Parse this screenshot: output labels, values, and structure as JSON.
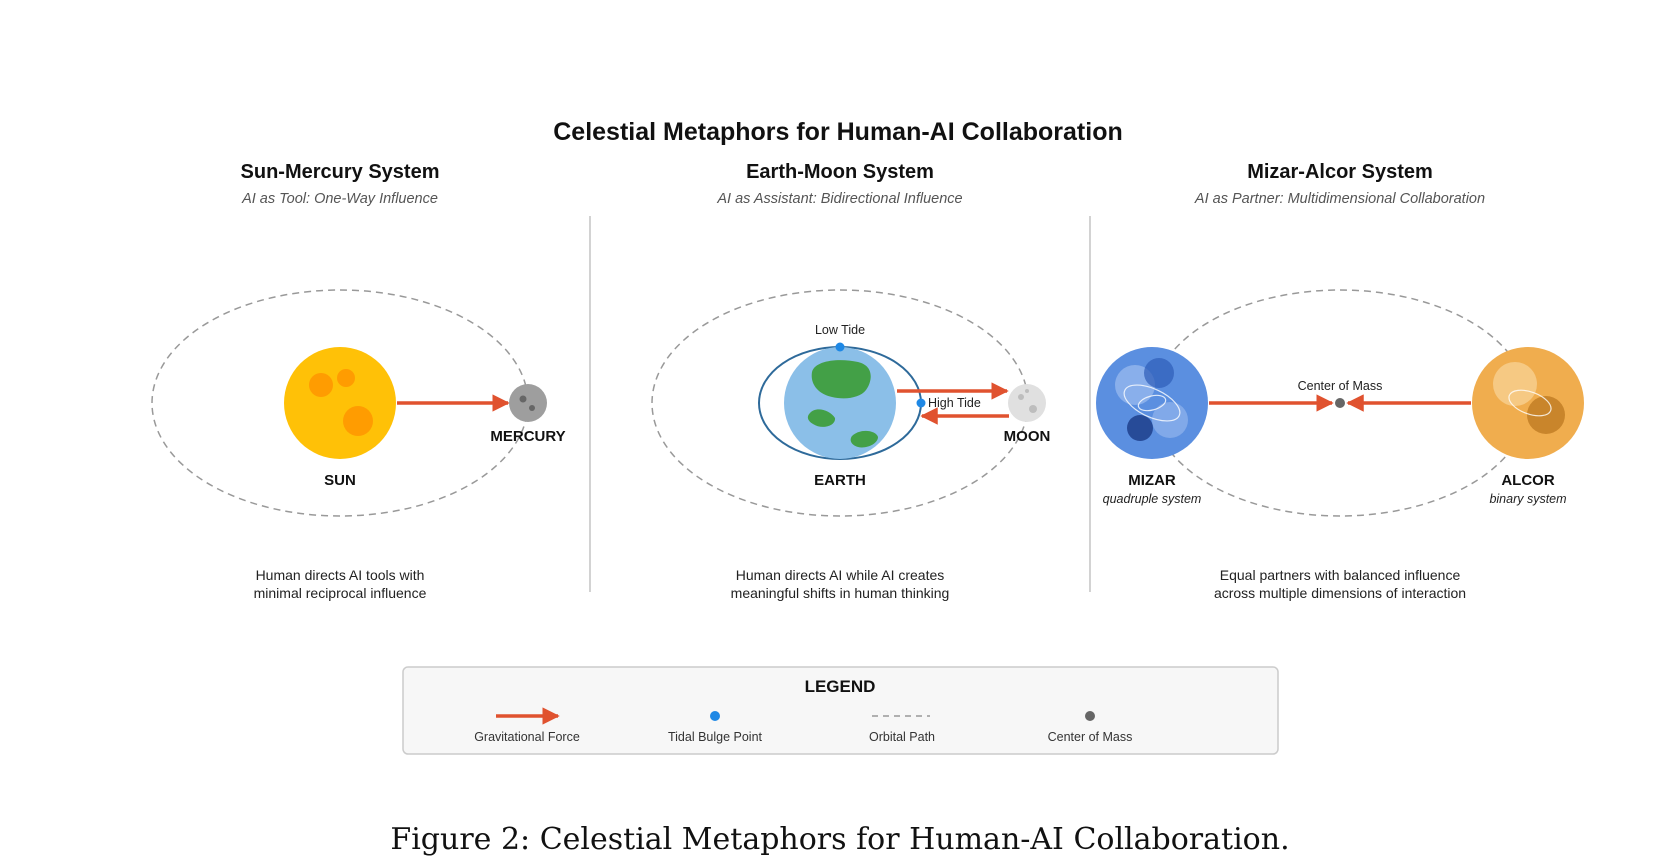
{
  "title": "Celestial Metaphors for Human-AI Collaboration",
  "panels": [
    {
      "title": "Sun-Mercury System",
      "subtitle": "AI as Tool: One-Way Influence",
      "bodies": [
        {
          "label": "SUN"
        },
        {
          "label": "MERCURY"
        }
      ],
      "description": [
        "Human directs AI tools with",
        "minimal reciprocal influence"
      ]
    },
    {
      "title": "Earth-Moon System",
      "subtitle": "AI as Assistant: Bidirectional Influence",
      "bodies": [
        {
          "label": "EARTH"
        },
        {
          "label": "MOON"
        }
      ],
      "tide_labels": {
        "low": "Low Tide",
        "high": "High Tide"
      },
      "description": [
        "Human directs AI while AI creates",
        "meaningful shifts in human thinking"
      ]
    },
    {
      "title": "Mizar-Alcor System",
      "subtitle": "AI as Partner: Multidimensional Collaboration",
      "bodies": [
        {
          "label": "MIZAR",
          "note": "quadruple system"
        },
        {
          "label": "ALCOR",
          "note": "binary system"
        }
      ],
      "center_label": "Center of Mass",
      "description": [
        "Equal partners with balanced influence",
        "across multiple dimensions of interaction"
      ]
    }
  ],
  "legend": {
    "title": "LEGEND",
    "items": [
      {
        "label": "Gravitational Force",
        "icon": "arrow-icon"
      },
      {
        "label": "Tidal Bulge Point",
        "icon": "dot-icon"
      },
      {
        "label": "Orbital Path",
        "icon": "dashed-line-icon"
      },
      {
        "label": "Center of Mass",
        "icon": "dot-icon"
      }
    ]
  },
  "caption": "Figure 2: Celestial Metaphors for Human-AI Collaboration.",
  "colors": {
    "sun": "#FFC107",
    "sun_spot": "#FF8F00",
    "mercury": "#9E9E9E",
    "earth_ocean": "#8BBFE8",
    "earth_land": "#43A047",
    "earth_ring": "#2E6A9A",
    "moon": "#E0E0E0",
    "mizar": "#5B8FE0",
    "alcor": "#F0AD4E",
    "force_arrow": "#E0522F",
    "tidal_point": "#1E88E5",
    "center_of_mass": "#666666",
    "orbit": "#999999",
    "divider": "#BBBBBB",
    "legend_bg": "#F7F7F7",
    "legend_border": "#CCCCCC"
  }
}
